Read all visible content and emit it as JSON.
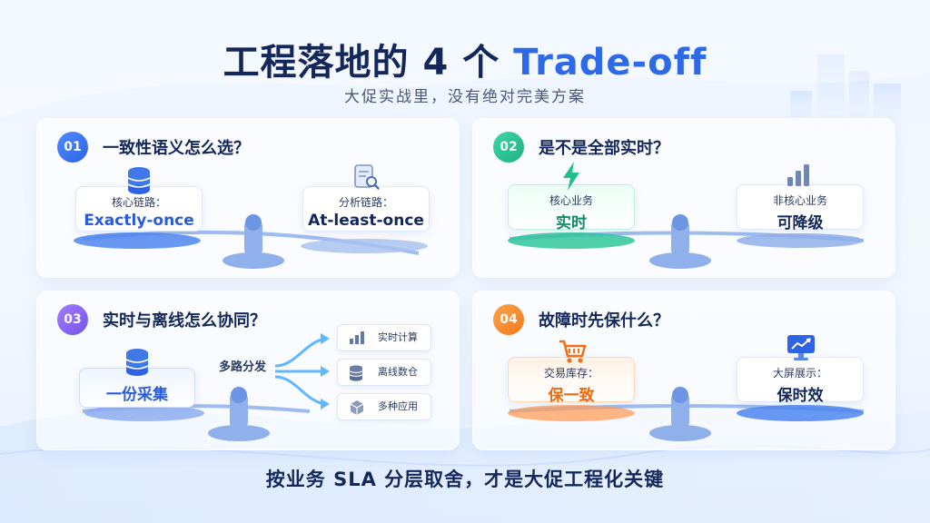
{
  "header": {
    "title_main": "工程落地的 4 个 ",
    "title_accent": "Trade-off",
    "subtitle": "大促实战里，没有绝对完美方案"
  },
  "cards": [
    {
      "num": "01",
      "title": "一致性语义怎么选？",
      "left": {
        "label": "核心链路：",
        "value": "Exactly-once",
        "icon": "database-icon"
      },
      "right": {
        "label": "分析链路：",
        "value": "At-least-once",
        "icon": "document-search-icon"
      }
    },
    {
      "num": "02",
      "title": "是不是全部实时？",
      "left": {
        "label": "核心业务",
        "value": "实时",
        "icon": "lightning-icon"
      },
      "right": {
        "label": "非核心业务",
        "value": "可降级",
        "icon": "bar-chart-icon"
      }
    },
    {
      "num": "03",
      "title": "实时与离线怎么协同？",
      "source": {
        "value": "一份采集",
        "icon": "database-icon"
      },
      "split_label": "多路分发",
      "outputs": [
        {
          "label": "实时计算",
          "icon": "bar-chart-icon"
        },
        {
          "label": "离线数仓",
          "icon": "database-icon"
        },
        {
          "label": "多种应用",
          "icon": "cube-icon"
        }
      ]
    },
    {
      "num": "04",
      "title": "故障时先保什么？",
      "left": {
        "label": "交易库存：",
        "value": "保一致",
        "icon": "shopping-cart-icon"
      },
      "right": {
        "label": "大屏展示：",
        "value": "保时效",
        "icon": "monitor-chart-icon"
      }
    }
  ],
  "footer": "按业务 SLA 分层取舍，才是大促工程化关键",
  "colors": {
    "navy": "#14275a",
    "blue": "#2f6ae6",
    "green": "#1fb184",
    "purple": "#7654e8",
    "orange": "#f27a1a"
  }
}
